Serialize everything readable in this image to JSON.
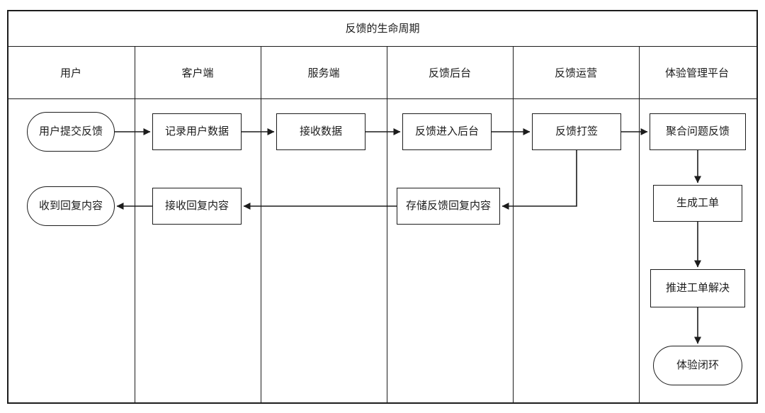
{
  "title": "反馈的生命周期",
  "lanes": [
    {
      "label": "用户"
    },
    {
      "label": "客户端"
    },
    {
      "label": "服务端"
    },
    {
      "label": "反馈后台"
    },
    {
      "label": "反馈运营"
    },
    {
      "label": "体验管理平台"
    }
  ],
  "nodes": {
    "user_submit": {
      "label": "用户提交反馈",
      "shape": "stadium",
      "lane": "用户"
    },
    "record_user_data": {
      "label": "记录用户数据",
      "shape": "rect",
      "lane": "客户端"
    },
    "receive_data": {
      "label": "接收数据",
      "shape": "rect",
      "lane": "服务端"
    },
    "feedback_to_backend": {
      "label": "反馈进入后台",
      "shape": "rect",
      "lane": "反馈后台"
    },
    "feedback_tagging": {
      "label": "反馈打签",
      "shape": "rect",
      "lane": "反馈运营"
    },
    "aggregate_feedback": {
      "label": "聚合问题反馈",
      "shape": "rect",
      "lane": "体验管理平台"
    },
    "receive_reply_user": {
      "label": "收到回复内容",
      "shape": "stadium",
      "lane": "用户"
    },
    "receive_reply_client": {
      "label": "接收回复内容",
      "shape": "rect",
      "lane": "客户端"
    },
    "store_reply": {
      "label": "存储反馈回复内容",
      "shape": "rect",
      "lane": "反馈后台"
    },
    "create_ticket": {
      "label": "生成工单",
      "shape": "rect",
      "lane": "体验管理平台"
    },
    "push_ticket": {
      "label": "推进工单解决",
      "shape": "rect",
      "lane": "体验管理平台"
    },
    "closed_loop": {
      "label": "体验闭环",
      "shape": "stadium",
      "lane": "体验管理平台"
    }
  },
  "flow": [
    "用户提交反馈 -> 记录用户数据",
    "记录用户数据 -> 接收数据",
    "接收数据 -> 反馈进入后台",
    "反馈进入后台 -> 反馈打签",
    "反馈打签 -> 聚合问题反馈",
    "反馈打签 -> 存储反馈回复内容",
    "存储反馈回复内容 -> 接收回复内容",
    "接收回复内容 -> 收到回复内容",
    "聚合问题反馈 -> 生成工单",
    "生成工单 -> 推进工单解决",
    "推进工单解决 -> 体验闭环"
  ],
  "colors": {
    "line": "#1c1c1c",
    "background": "#ffffff",
    "text": "#1c1c1c"
  }
}
